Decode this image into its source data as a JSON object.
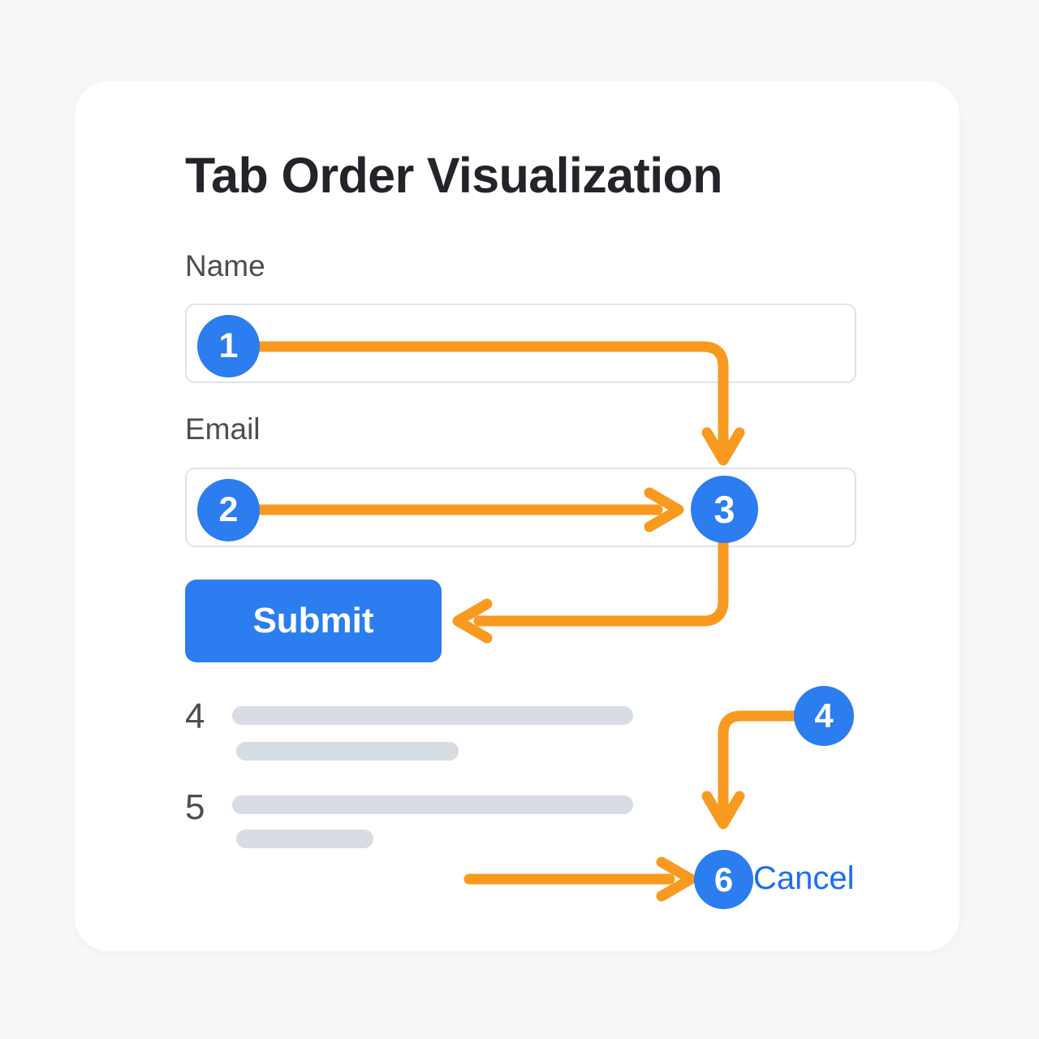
{
  "page": {
    "title": "Tab Order Visualization",
    "background_color": "#f7f7f7",
    "card_color": "#ffffff"
  },
  "colors": {
    "badge_blue": "#2b7df0",
    "arrow_orange": "#f99a20",
    "link_blue": "#1a6ef5",
    "label_gray": "#4b4d52",
    "skeleton_gray": "#d7dde2",
    "input_border": "#dee3e8",
    "title_color": "#22242a"
  },
  "form": {
    "fields": [
      {
        "label": "Name",
        "value": "",
        "placeholder": "",
        "tab_index": "1"
      },
      {
        "label": "Email",
        "value": "",
        "placeholder": "",
        "tab_index": "2"
      }
    ],
    "submit_label": "Submit",
    "cancel_label": "Cancel"
  },
  "skeleton_rows": [
    {
      "number": "4"
    },
    {
      "number": "5"
    }
  ],
  "badges": [
    {
      "id": "1",
      "label": "1",
      "target": "name-input"
    },
    {
      "id": "2",
      "label": "2",
      "target": "email-input"
    },
    {
      "id": "3",
      "label": "3",
      "target": "email-input-right"
    },
    {
      "id": "4",
      "label": "4",
      "target": "list-region"
    },
    {
      "id": "6",
      "label": "6",
      "target": "cancel-link"
    }
  ],
  "tab_order": {
    "sequence": [
      "1",
      "2",
      "3",
      "4",
      "5",
      "6"
    ],
    "connections": [
      {
        "from": "1",
        "to": "3",
        "shape": "right-then-down"
      },
      {
        "from": "2",
        "to": "3",
        "shape": "right"
      },
      {
        "from": "3",
        "to": "submit",
        "shape": "down-then-left"
      },
      {
        "from": "4",
        "to": "6",
        "shape": "left-then-down"
      },
      {
        "from": "left",
        "to": "6",
        "shape": "right"
      }
    ]
  }
}
